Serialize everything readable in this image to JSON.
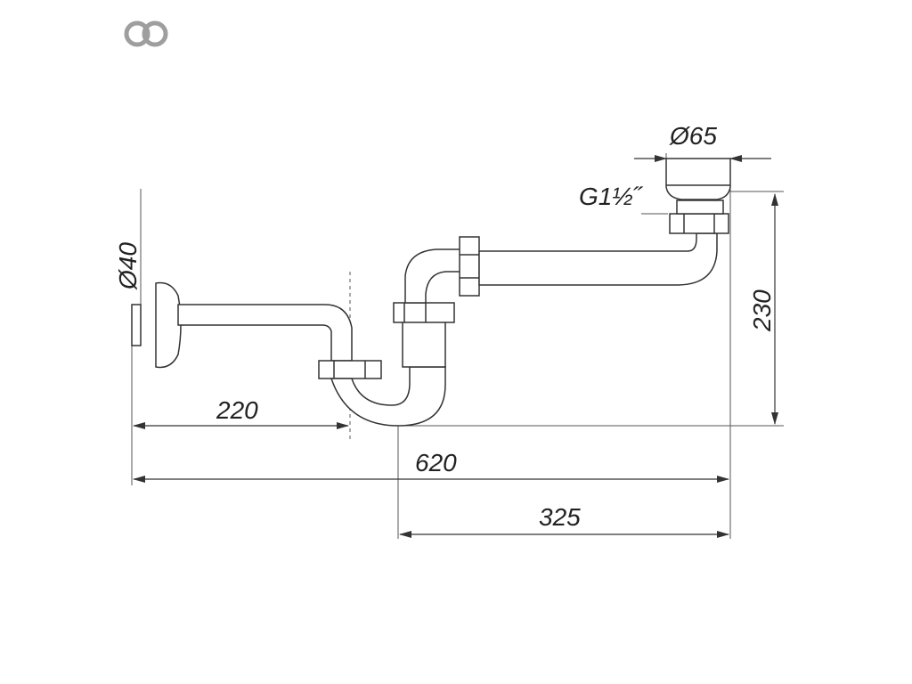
{
  "logo": {
    "icon": "linked-rings-logo",
    "color": "#9e9e9e"
  },
  "dimensions": {
    "wall_diameter": "Ø40",
    "inlet_diameter": "Ø65",
    "thread": "G1½˝",
    "height": "230",
    "wall_to_trap": "220",
    "total_length": "620",
    "trap_to_inlet": "325"
  },
  "colors": {
    "line": "#333333",
    "background": "#ffffff"
  }
}
